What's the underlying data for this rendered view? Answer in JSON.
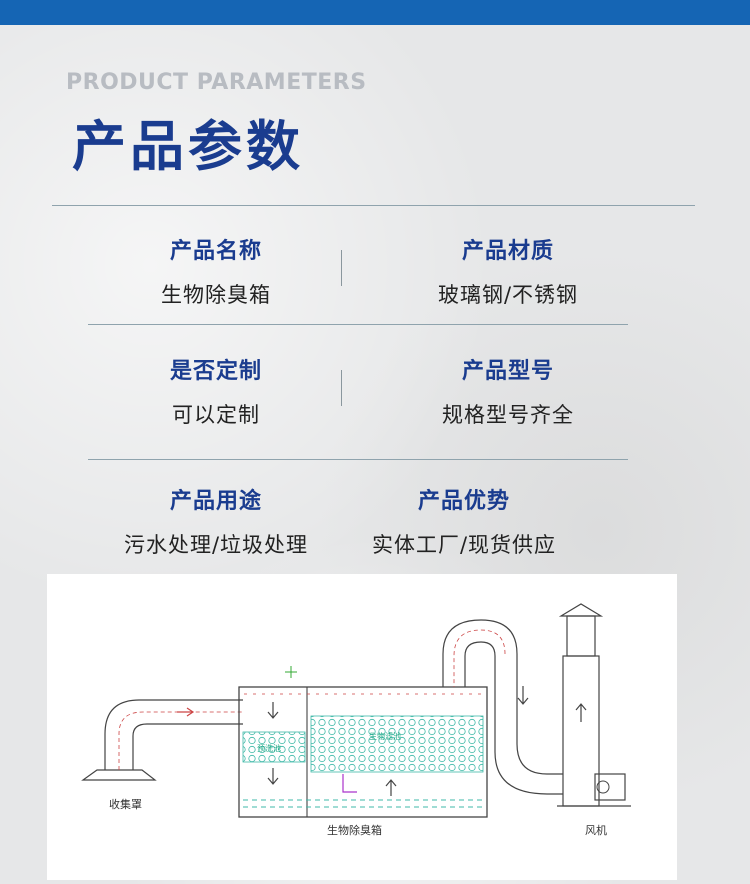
{
  "header": {
    "title_en": "PRODUCT PARAMETERS",
    "title_cn": "产品参数",
    "bar_color": "#1565b4",
    "title_color": "#1a3c8f"
  },
  "params": [
    {
      "label": "产品名称",
      "value": "生物除臭箱"
    },
    {
      "label": "产品材质",
      "value": "玻璃钢/不锈钢"
    },
    {
      "label": "是否定制",
      "value": "可以定制"
    },
    {
      "label": "产品型号",
      "value": "规格型号齐全"
    },
    {
      "label": "产品用途",
      "value": "污水处理/垃圾处理"
    },
    {
      "label": "产品优势",
      "value": "实体工厂/现货供应"
    }
  ],
  "diagram": {
    "label_hood": "收集罩",
    "label_box": "生物除臭箱",
    "label_fan": "风机",
    "label_filter1": "预洗池",
    "label_filter2": "生物滤池"
  }
}
